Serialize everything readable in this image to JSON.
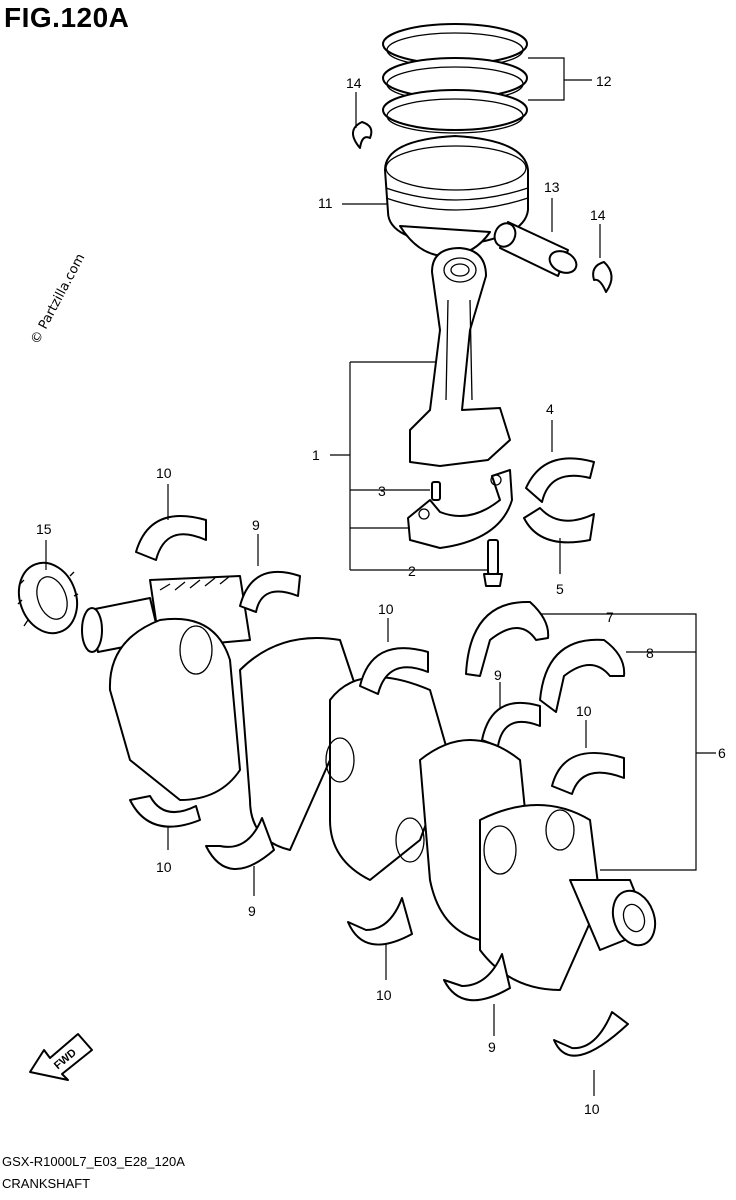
{
  "figure": {
    "title": "FIG.120A",
    "copyright": "© Partzilla.com",
    "model_code": "GSX-R1000L7_E03_E28_120A",
    "section_name": "CRANKSHAFT",
    "direction_badge": "FWD"
  },
  "callouts": [
    {
      "id": "c1",
      "label": "1"
    },
    {
      "id": "c2",
      "label": "2"
    },
    {
      "id": "c3",
      "label": "3"
    },
    {
      "id": "c4",
      "label": "4"
    },
    {
      "id": "c5",
      "label": "5"
    },
    {
      "id": "c6",
      "label": "6"
    },
    {
      "id": "c7",
      "label": "7"
    },
    {
      "id": "c8",
      "label": "8"
    },
    {
      "id": "c9a",
      "label": "9"
    },
    {
      "id": "c9b",
      "label": "9"
    },
    {
      "id": "c9c",
      "label": "9"
    },
    {
      "id": "c9d",
      "label": "9"
    },
    {
      "id": "c10a",
      "label": "10"
    },
    {
      "id": "c10b",
      "label": "10"
    },
    {
      "id": "c10c",
      "label": "10"
    },
    {
      "id": "c10d",
      "label": "10"
    },
    {
      "id": "c10e",
      "label": "10"
    },
    {
      "id": "c10f",
      "label": "10"
    },
    {
      "id": "c11",
      "label": "11"
    },
    {
      "id": "c12",
      "label": "12"
    },
    {
      "id": "c13",
      "label": "13"
    },
    {
      "id": "c14a",
      "label": "14"
    },
    {
      "id": "c14b",
      "label": "14"
    },
    {
      "id": "c15",
      "label": "15"
    }
  ]
}
